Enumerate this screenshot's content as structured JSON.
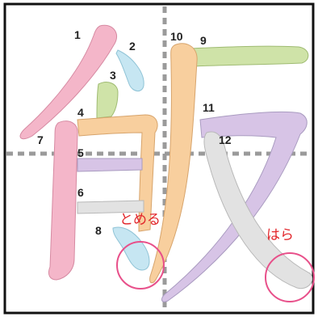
{
  "character": {
    "glyph": "飯",
    "stroke_count": 12
  },
  "strokes": [
    {
      "number": "1",
      "color": "#f4b6c9"
    },
    {
      "number": "2",
      "color": "#c6e6f2"
    },
    {
      "number": "3",
      "color": "#cfe3a8"
    },
    {
      "number": "4",
      "color": "#f8cf9e"
    },
    {
      "number": "5",
      "color": "#d7c4e6"
    },
    {
      "number": "6",
      "color": "#e2e2e2"
    },
    {
      "number": "7",
      "color": "#f4b6c9"
    },
    {
      "number": "8",
      "color": "#c6e6f2"
    },
    {
      "number": "9",
      "color": "#cfe3a8"
    },
    {
      "number": "10",
      "color": "#f8cf9e"
    },
    {
      "number": "11",
      "color": "#d7c4e6"
    },
    {
      "number": "12",
      "color": "#e2e2e2"
    }
  ],
  "annotations": {
    "tome": "とめる",
    "harai": "はら",
    "accent_color": "#e8508a",
    "text_color": "#e2262b"
  },
  "guides": {
    "color": "#9a9a9a"
  }
}
